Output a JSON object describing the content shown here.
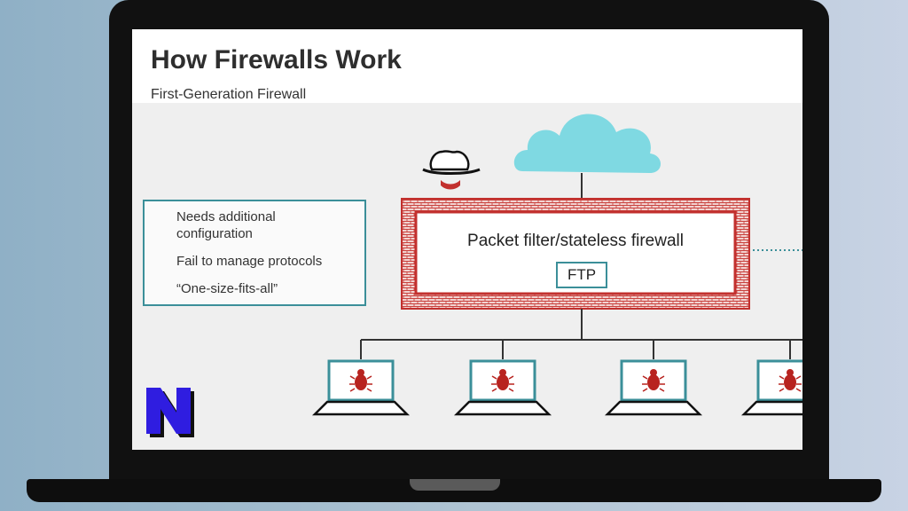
{
  "slide": {
    "title": "How Firewalls Work",
    "subtitle": "First-Generation Firewall"
  },
  "issues": [
    {
      "icon": "wrench-screwdriver-icon",
      "lines": [
        "Needs additional",
        "configuration"
      ]
    },
    {
      "icon": "folder-arrows-icon",
      "lines": [
        "Fail to manage protocols"
      ]
    },
    {
      "icon": "thumbs-up-icon",
      "lines": [
        "“One-size-fits-all”"
      ]
    }
  ],
  "firewall": {
    "label": "Packet filter/stateless firewall",
    "protocol": "FTP"
  },
  "clients": [
    {
      "icon": "laptop-bug-icon"
    },
    {
      "icon": "laptop-bug-icon"
    },
    {
      "icon": "laptop-bug-icon"
    },
    {
      "icon": "laptop-bug-icon"
    }
  ],
  "icons": {
    "cloud": "cloud-icon",
    "hacker": "hacker-icon",
    "logo": "n-logo-icon"
  },
  "colors": {
    "cloud": "#7fd9e2",
    "teal": "#3b8f99",
    "firewall_red": "#c2302e",
    "bug_red": "#b8231f",
    "logo_blue": "#2f1de0"
  }
}
